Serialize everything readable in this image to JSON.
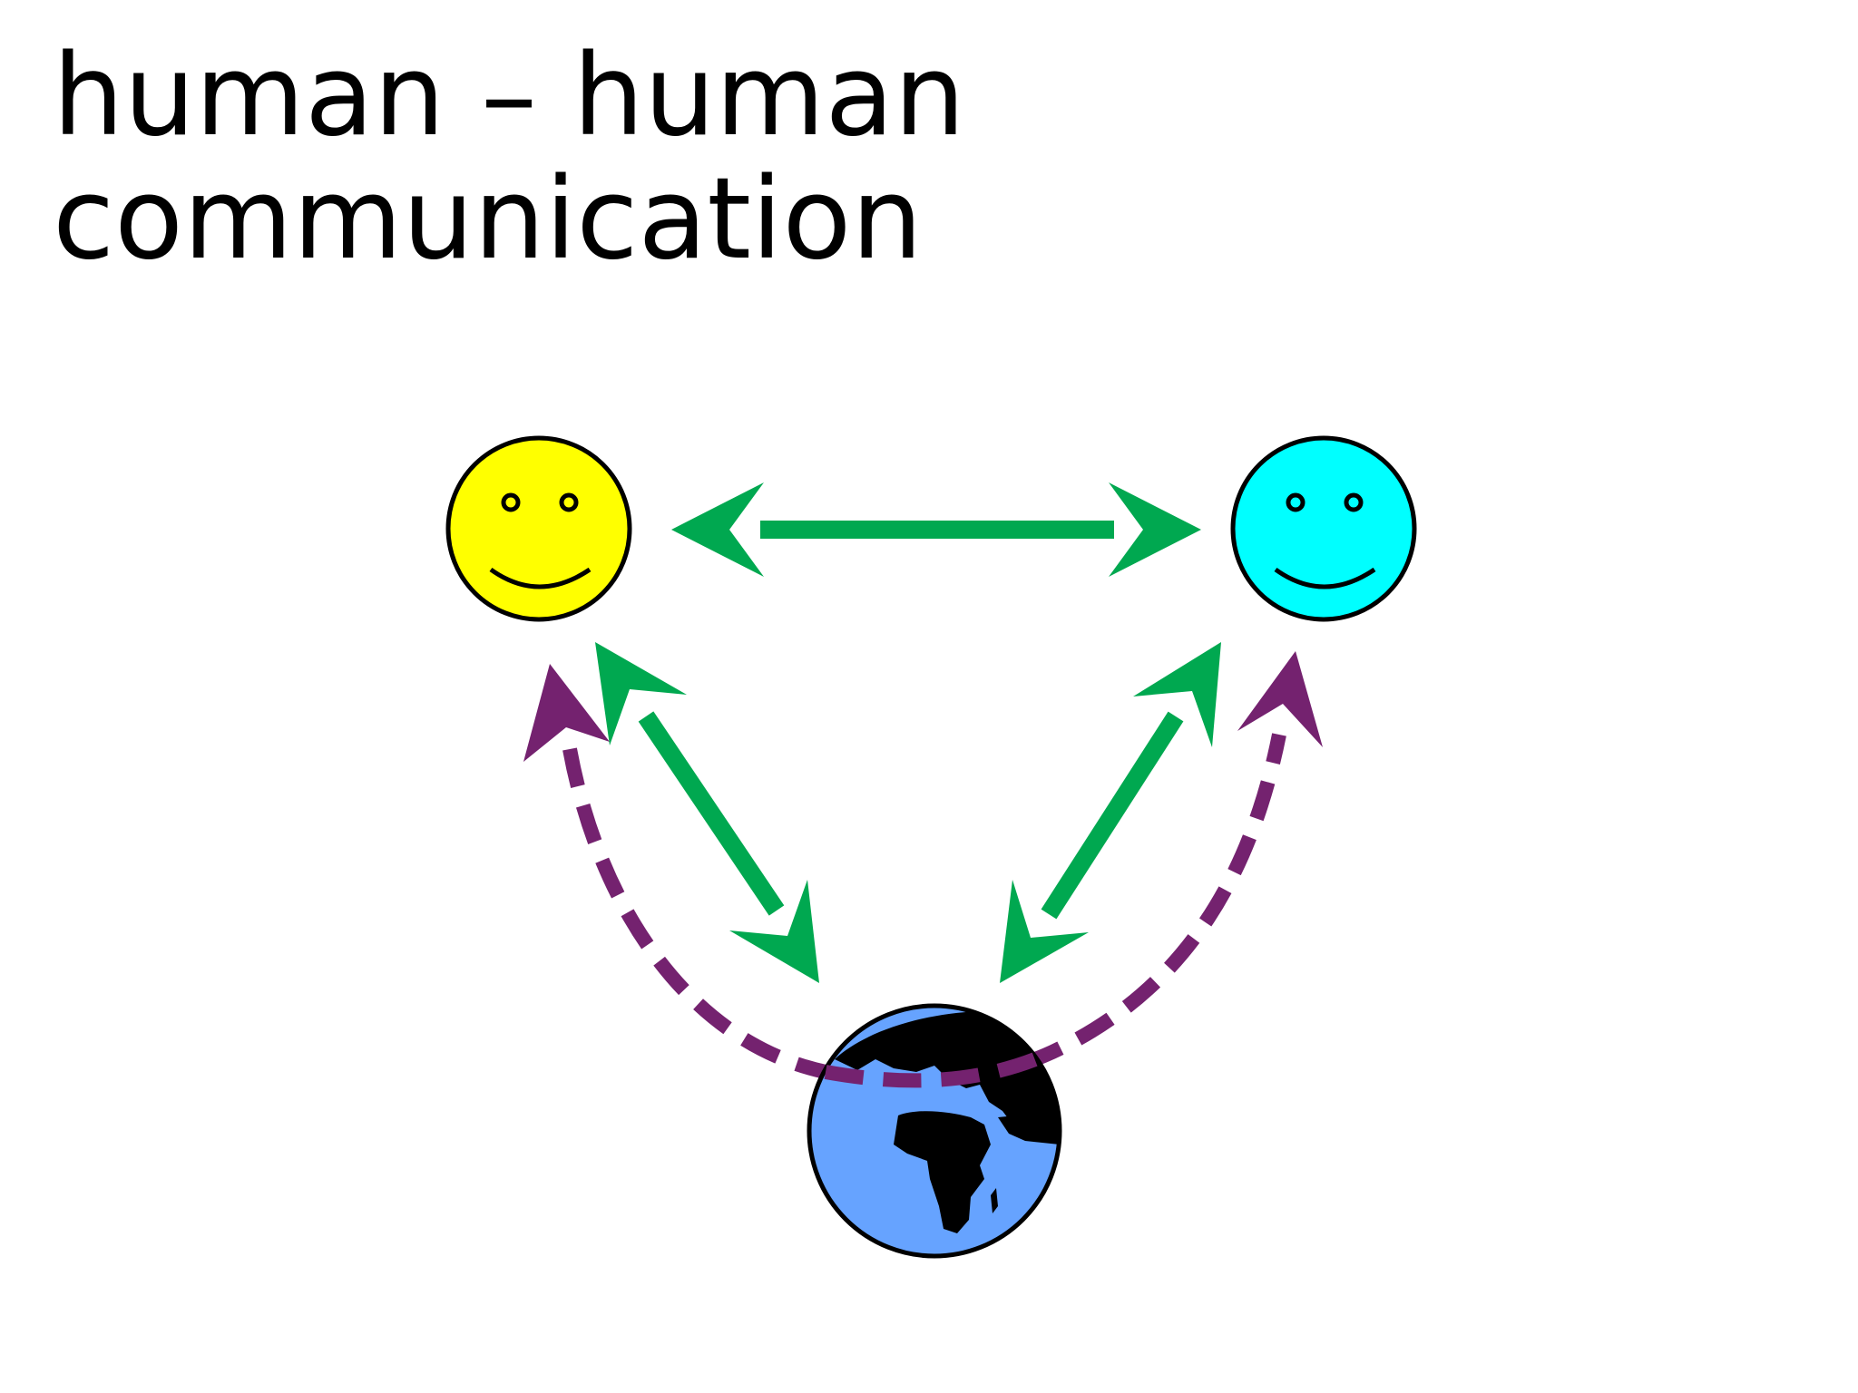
{
  "slide": {
    "title_line1": "human – human",
    "title_line2": "communication"
  },
  "diagram": {
    "nodes": [
      {
        "id": "person-a",
        "kind": "smiley-face",
        "fill": "#FFFF00"
      },
      {
        "id": "person-b",
        "kind": "smiley-face",
        "fill": "#00FFFF"
      },
      {
        "id": "world",
        "kind": "globe",
        "ocean": "#66A3FF",
        "land": "#000000"
      }
    ],
    "edges": [
      {
        "from": "person-a",
        "to": "person-b",
        "style": "solid",
        "color": "#00A850",
        "direction": "both"
      },
      {
        "from": "person-a",
        "to": "world",
        "style": "solid",
        "color": "#00A850",
        "direction": "both"
      },
      {
        "from": "person-b",
        "to": "world",
        "style": "solid",
        "color": "#00A850",
        "direction": "both"
      },
      {
        "from": "person-a",
        "to": "person-b",
        "via": "world",
        "style": "dashed",
        "color": "#74226F",
        "direction": "both"
      }
    ]
  }
}
